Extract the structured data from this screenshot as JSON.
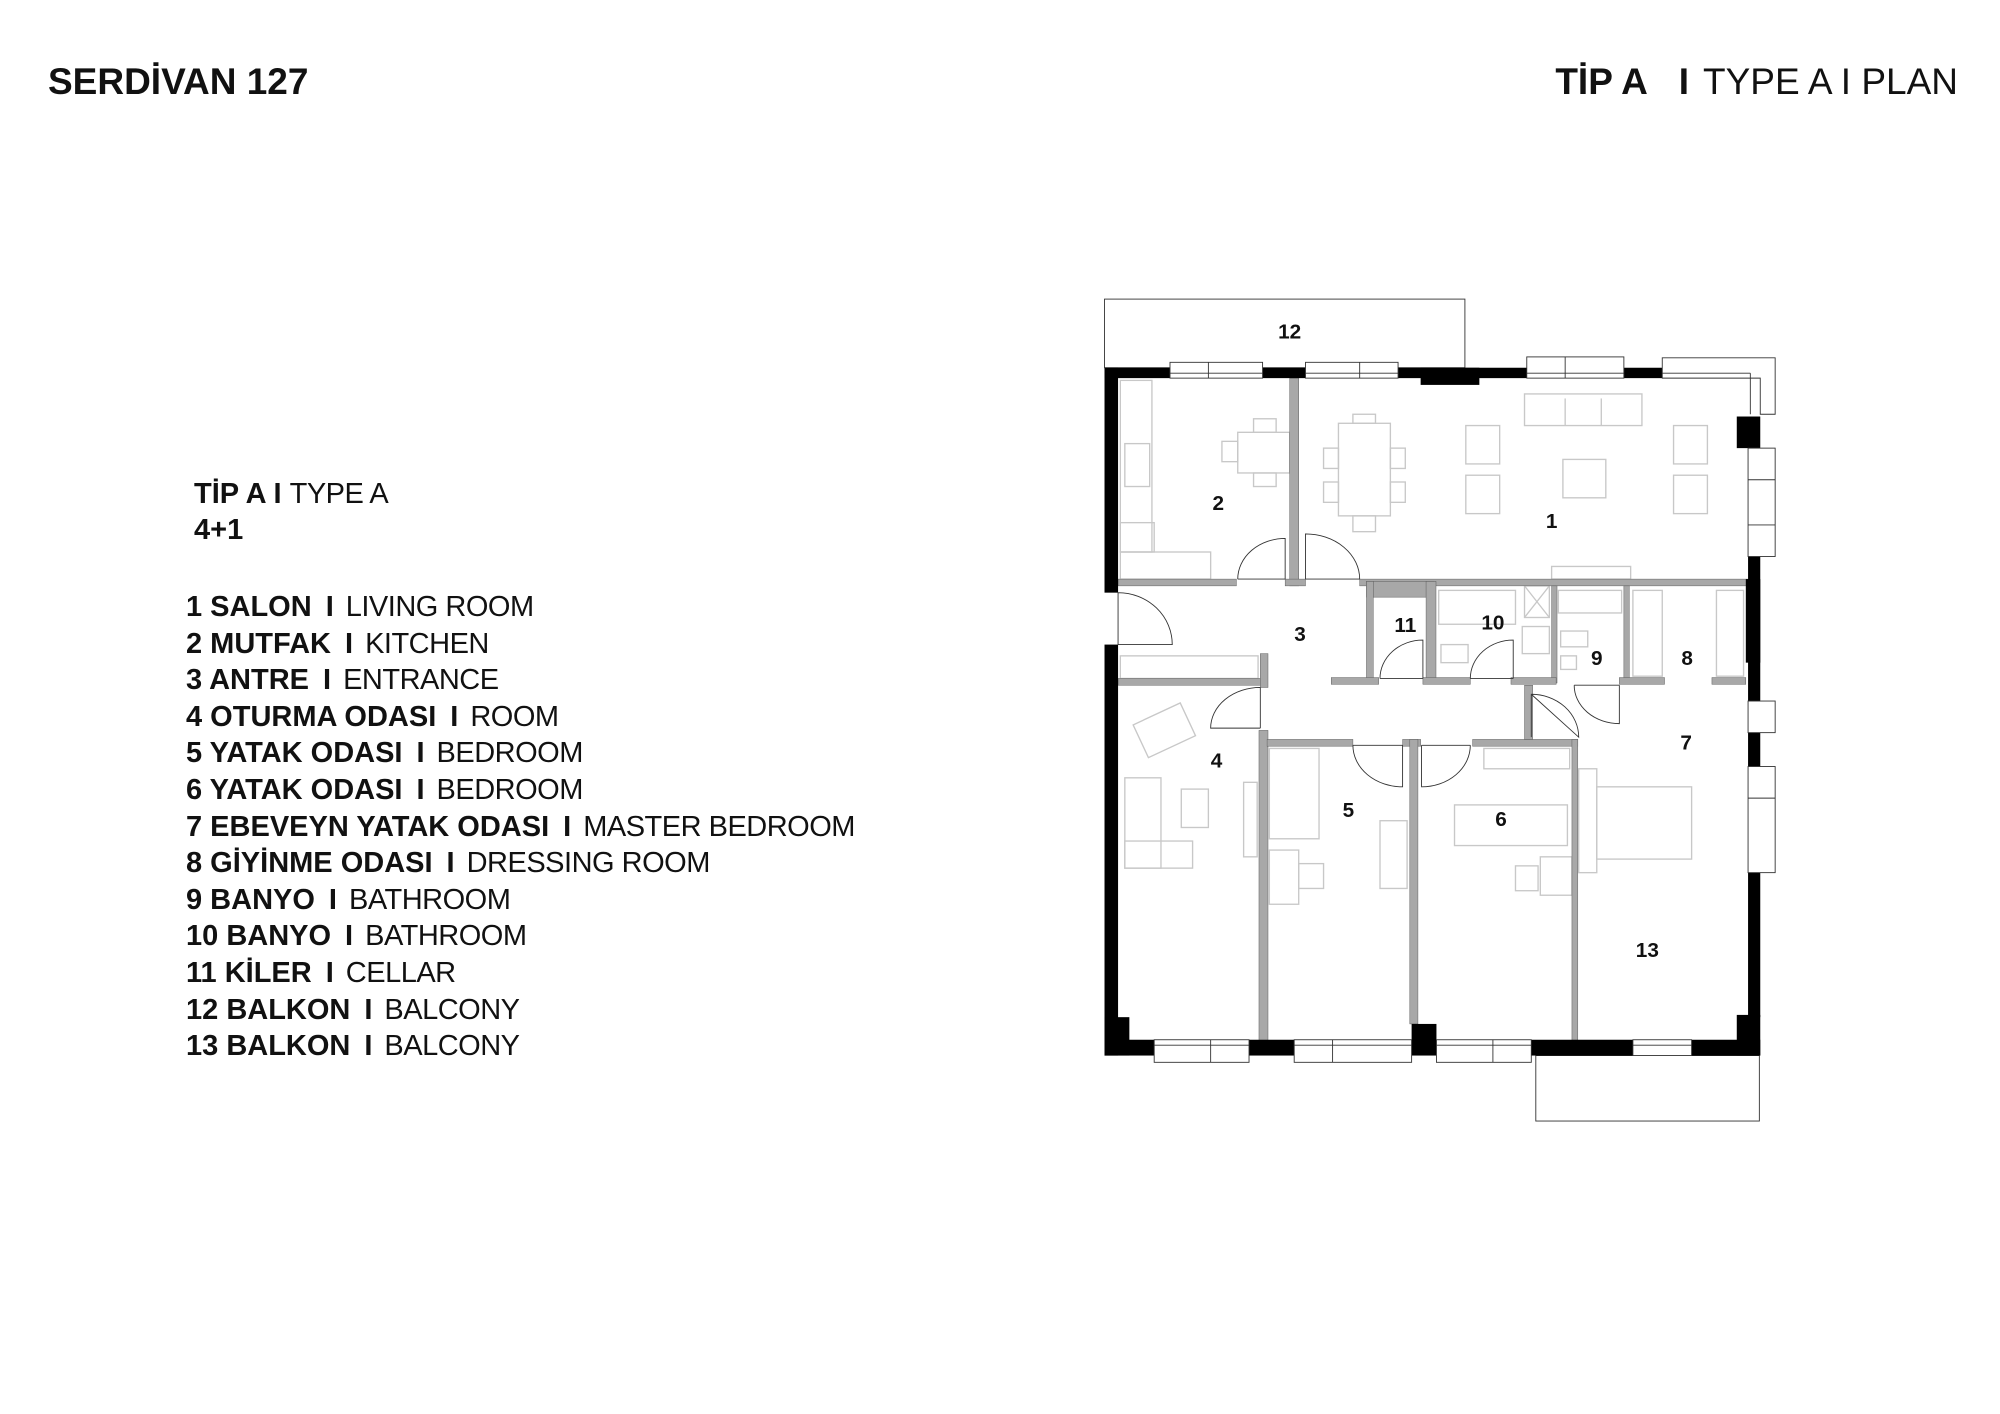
{
  "header": {
    "project": "SERDİVAN 127",
    "sheet_bold": "TİP A",
    "sheet_sep": "I",
    "sheet_light": "TYPE A I PLAN"
  },
  "legend": {
    "type_bold": "TİP A I",
    "type_light": "TYPE A",
    "layout": "4+1",
    "items": [
      {
        "tr": "1 SALON",
        "en": "LIVING ROOM"
      },
      {
        "tr": "2 MUTFAK",
        "en": "KITCHEN"
      },
      {
        "tr": "3 ANTRE",
        "en": "ENTRANCE"
      },
      {
        "tr": "4 OTURMA ODASI",
        "en": "ROOM"
      },
      {
        "tr": "5 YATAK ODASI",
        "en": "BEDROOM"
      },
      {
        "tr": "6 YATAK ODASI",
        "en": "BEDROOM"
      },
      {
        "tr": "7 EBEVEYN YATAK ODASI",
        "en": "MASTER BEDROOM"
      },
      {
        "tr": "8 GİYİNME ODASI",
        "en": "DRESSING ROOM"
      },
      {
        "tr": "9 BANYO",
        "en": "BATHROOM"
      },
      {
        "tr": "10 BANYO",
        "en": "BATHROOM"
      },
      {
        "tr": "11 KİLER",
        "en": "CELLAR"
      },
      {
        "tr": "12 BALKON",
        "en": "BALCONY"
      },
      {
        "tr": "13 BALKON",
        "en": "BALCONY"
      }
    ],
    "separator": "I"
  },
  "plan": {
    "rooms": [
      "1",
      "2",
      "3",
      "4",
      "5",
      "6",
      "7",
      "8",
      "9",
      "10",
      "11",
      "12",
      "13"
    ],
    "colors": {
      "wall": "#000000",
      "partition": "#a8a8a8",
      "furniture": "#c8c8c8"
    }
  }
}
